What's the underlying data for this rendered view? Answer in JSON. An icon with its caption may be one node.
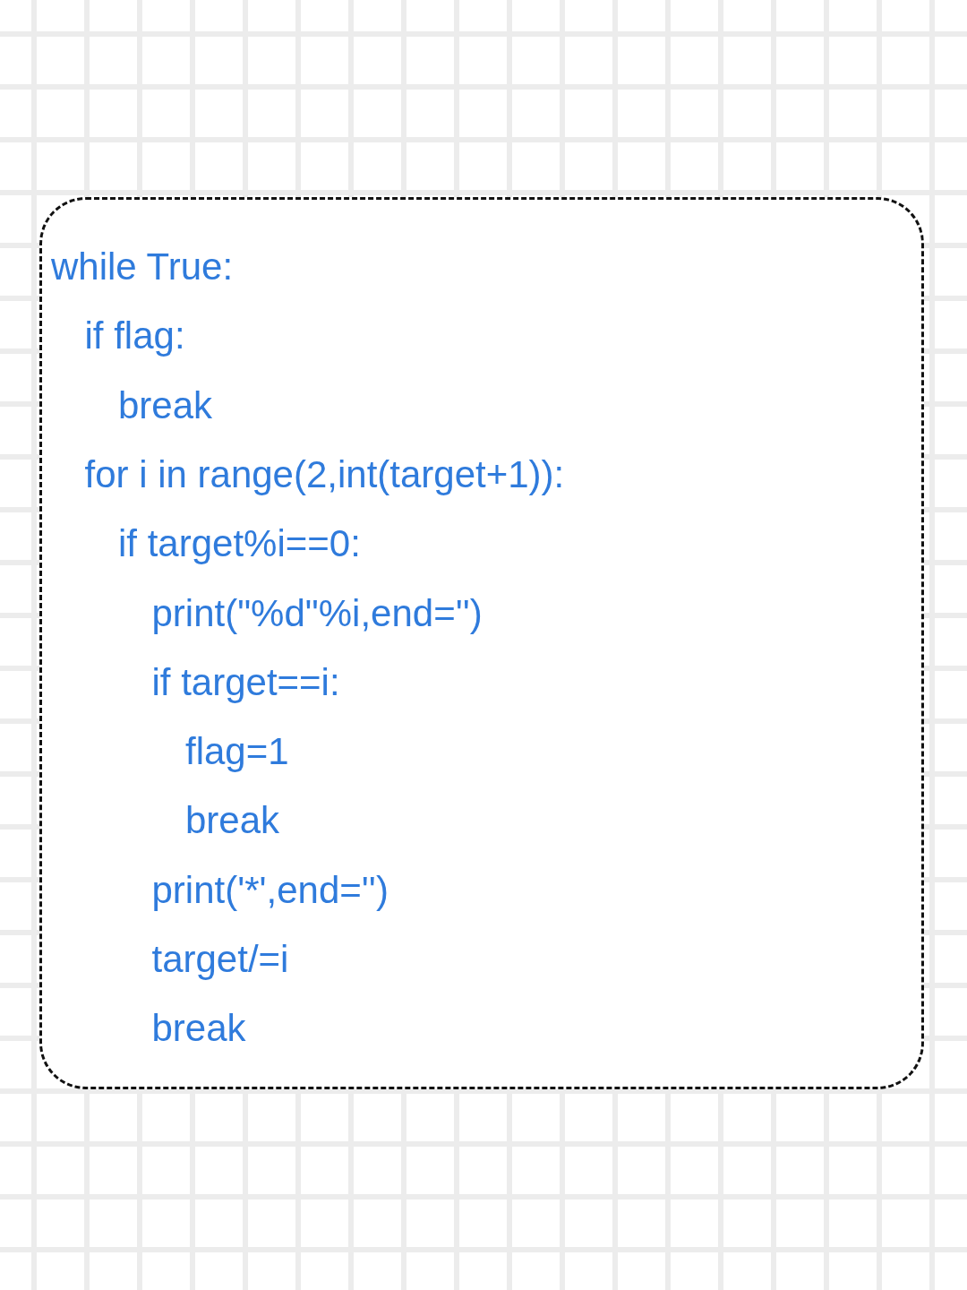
{
  "diagram": {
    "nodes": [
      {
        "text": [
          "while True:",
          "if flag:",
          "break",
          "for i in range(2,int(target+1)):",
          "if target%i==0:",
          "print(\"%d\"%i,end='')",
          "if target==i:",
          "flag=1",
          "break",
          "print('*',end='')",
          "target/=i",
          "break"
        ]
      }
    ]
  }
}
